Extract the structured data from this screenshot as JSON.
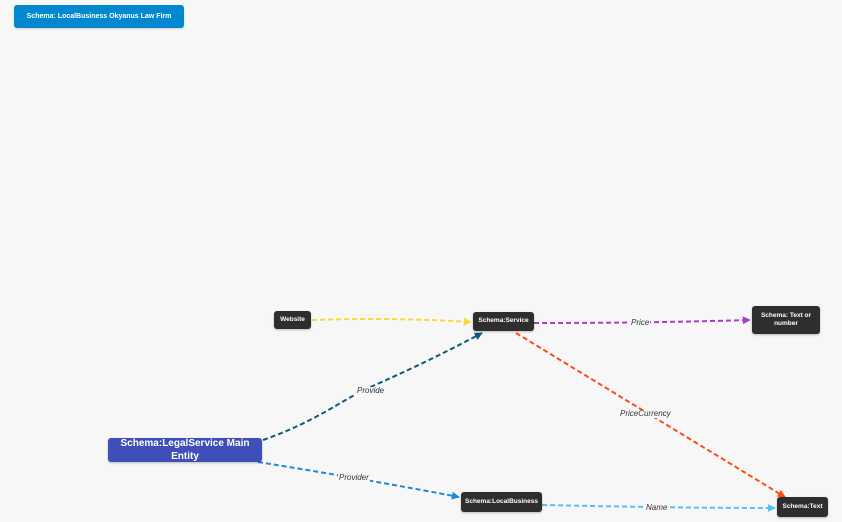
{
  "title": {
    "label": "Schema: LocalBusiness Okyanus Law Firm",
    "color": "#0288d1"
  },
  "nodes": {
    "main_entity": {
      "label": "Schema:LegalService Main Entity",
      "color": "#3f4fb8"
    },
    "website": {
      "label": "Website",
      "color": "#2e2e2e"
    },
    "service": {
      "label": "Schema:Service",
      "color": "#2e2e2e"
    },
    "text_or_number": {
      "label": "Schema: Text or number",
      "color": "#2e2e2e"
    },
    "local_business": {
      "label": "Schema:LocalBusiness",
      "color": "#2e2e2e"
    },
    "text": {
      "label": "Schema:Text",
      "color": "#2e2e2e"
    }
  },
  "edges": {
    "website_to_service": {
      "label": "",
      "from": "Website",
      "to": "Schema:Service",
      "color": "#fdd835"
    },
    "provide": {
      "label": "Provide",
      "from": "Schema:LegalService Main Entity",
      "to": "Schema:Service",
      "color": "#0d5a7a"
    },
    "price": {
      "label": "Price",
      "from": "Schema:Service",
      "to": "Schema: Text or number",
      "color": "#a83cc9"
    },
    "price_currency": {
      "label": "PriceCurrency",
      "from": "Schema:Service",
      "to": "Schema:Text",
      "color": "#ff4a14"
    },
    "provider": {
      "label": "Provider",
      "from": "Schema:LegalService Main Entity",
      "to": "Schema:LocalBusiness",
      "color": "#1e8ad6"
    },
    "name": {
      "label": "Name",
      "from": "Schema:LocalBusiness",
      "to": "Schema:Text",
      "color": "#4fc3f7"
    }
  }
}
